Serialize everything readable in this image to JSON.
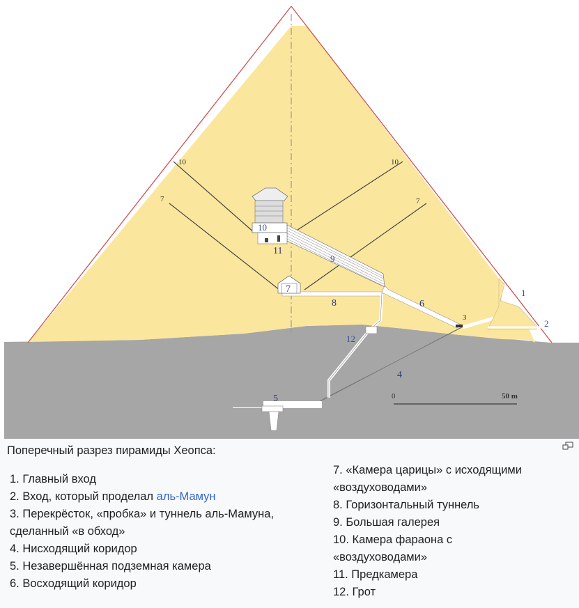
{
  "diagram": {
    "labels": {
      "main_entrance": "1",
      "mamun_entrance": "2",
      "junction": "3",
      "descending_corridor": "4",
      "subterranean_chamber": "5",
      "ascending_corridor": "6",
      "queen_chamber": "7",
      "horizontal_passage": "8",
      "grand_gallery": "9",
      "king_chamber": "10",
      "antechamber": "11",
      "grotto": "12"
    },
    "scale": {
      "start": "0",
      "end": "50 m"
    },
    "colors": {
      "pyramid_fill": "#fbe69e",
      "ground_fill": "#a7a6a7",
      "outline": "#d05050",
      "passage": "#ffffff",
      "tag_blue": "#3a4fa0"
    }
  },
  "caption": {
    "title": "Поперечный разрез пирамиды Хеопса:",
    "magnify_icon": "magnify-clip-icon",
    "col1": [
      {
        "text": "1. Главный вход"
      },
      {
        "text": "2. Вход, который проделал ",
        "link": "аль-Мамун"
      },
      {
        "text": "3. Перекрёсток, «пробка» и туннель аль-Мамуна,"
      },
      {
        "text": "сделанный «в обход»"
      },
      {
        "text": "4. Нисходящий коридор"
      },
      {
        "text": "5. Незавершённая подземная камера"
      },
      {
        "text": "6. Восходящий коридор"
      }
    ],
    "col2": [
      {
        "text": "7. «Камера царицы» с исходящими"
      },
      {
        "text": "«воздуховодами»"
      },
      {
        "text": "8. Горизонтальный туннель"
      },
      {
        "text": "9. Большая галерея"
      },
      {
        "text": "10. Камера фараона с"
      },
      {
        "text": "«воздуховодами»"
      },
      {
        "text": "11. Предкамера"
      },
      {
        "text": "12. Грот"
      }
    ]
  }
}
